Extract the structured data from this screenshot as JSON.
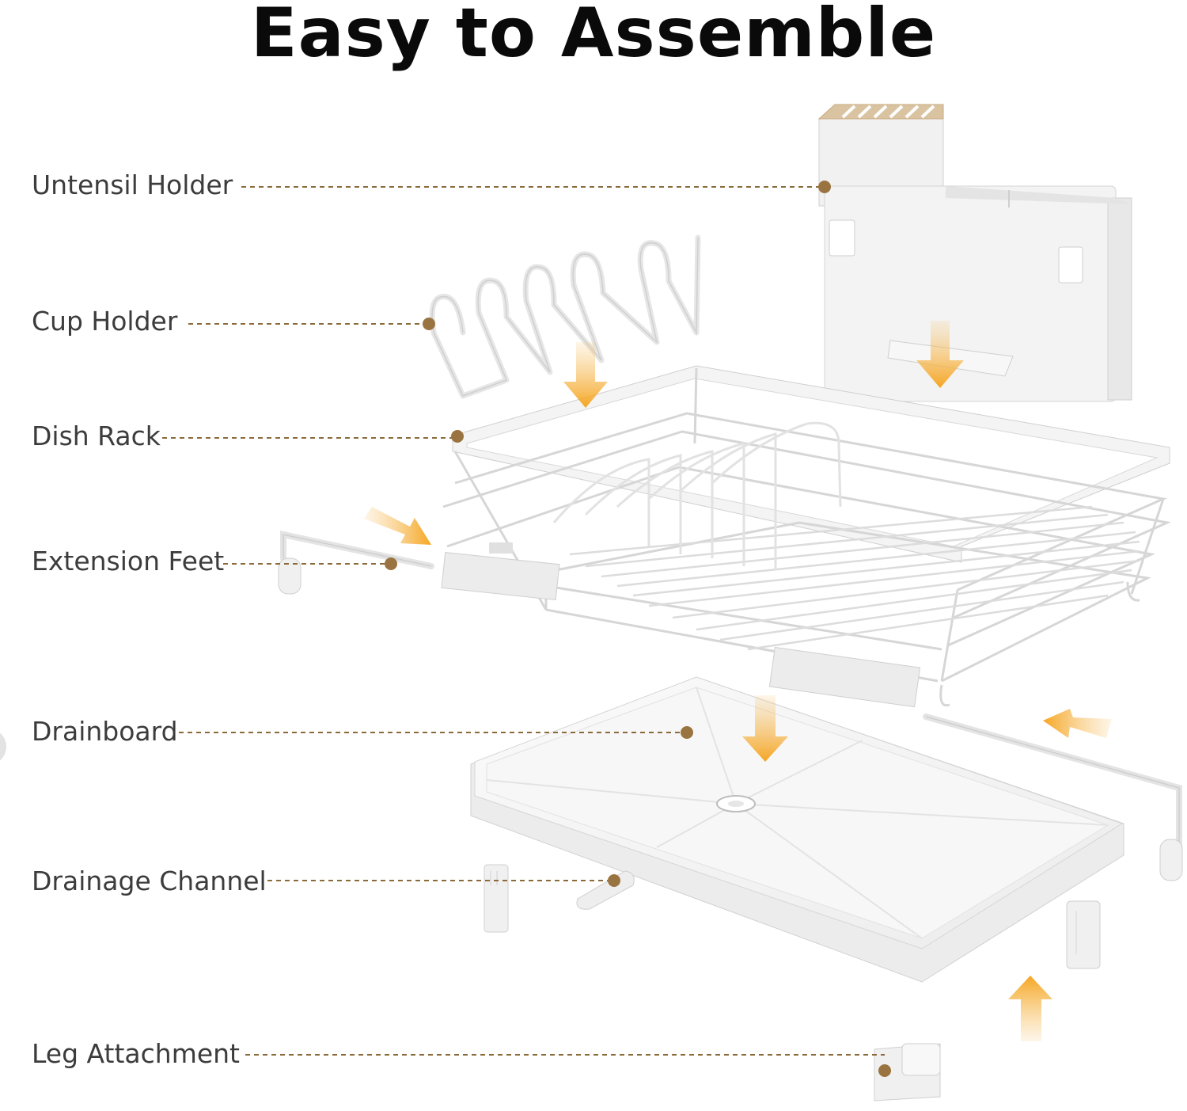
{
  "title": "Easy to Assemble",
  "labels": {
    "utensil_holder": "Untensil Holder",
    "cup_holder": "Cup Holder",
    "dish_rack": "Dish Rack",
    "extension_feet": "Extension Feet",
    "drainboard": "Drainboard",
    "drainage_channel": "Drainage Channel",
    "leg_attachment": "Leg Attachment"
  },
  "colors": {
    "leader_line": "#8a6a3a",
    "marker_dot": "#9a7440",
    "arrow": "#f5a623",
    "product": "#f2f2f2",
    "product_edge": "#c9c9c9"
  }
}
